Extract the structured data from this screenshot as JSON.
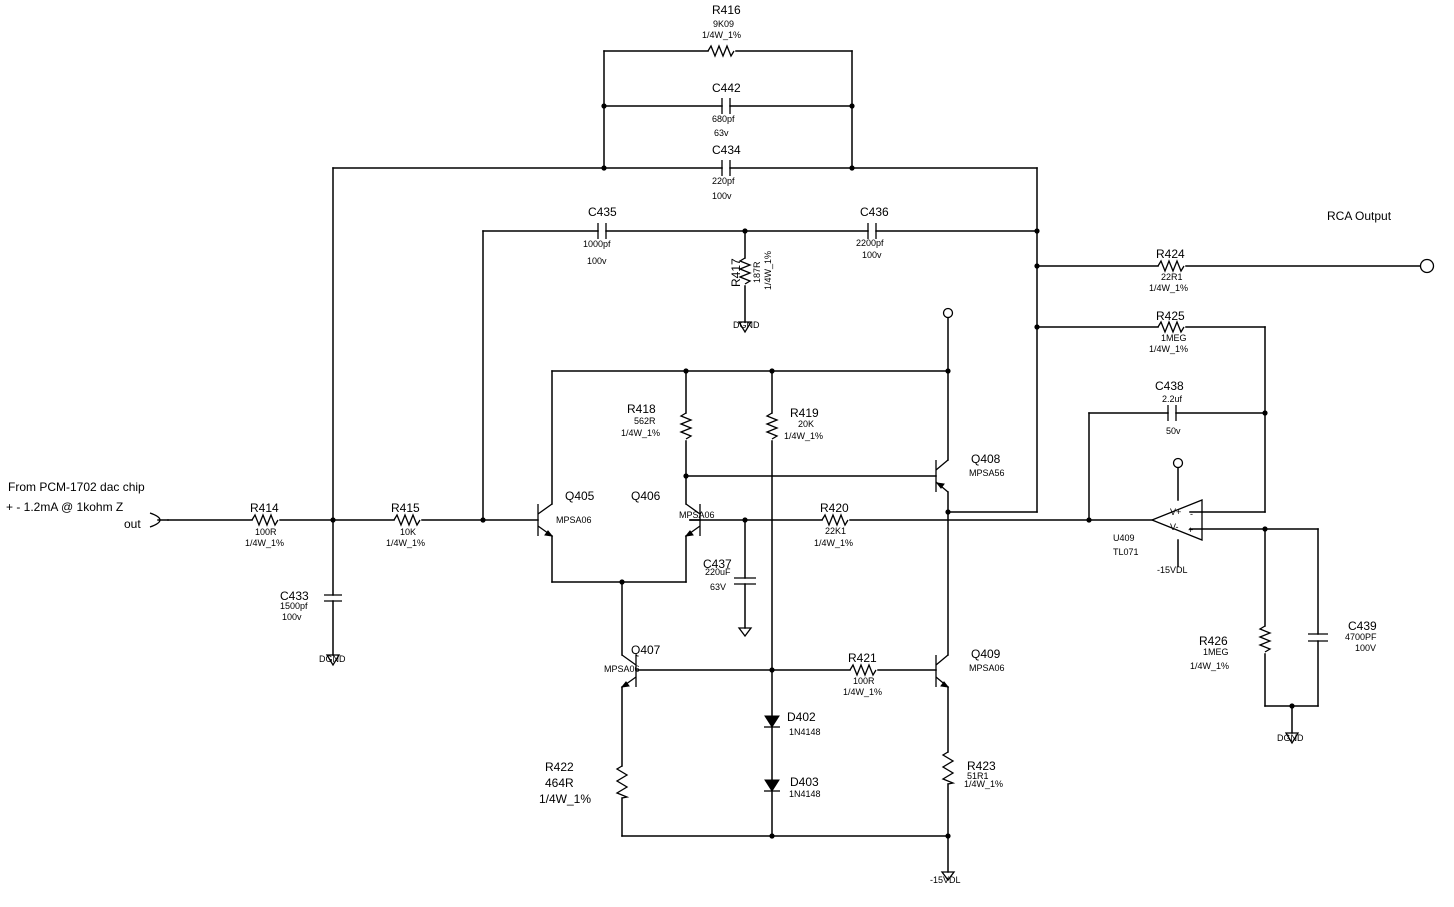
{
  "notes": {
    "input_line1": "From PCM-1702 dac chip",
    "input_line2": "+ - 1.2mA @ 1kohm Z",
    "input_line3": "out",
    "output": "RCA Output"
  },
  "components": {
    "R416": {
      "ref": "R416",
      "v1": "9K09",
      "v2": "1/4W_1%"
    },
    "C442": {
      "ref": "C442",
      "v1": "680pf",
      "v2": "63v"
    },
    "C434": {
      "ref": "C434",
      "v1": "220pf",
      "v2": "100v"
    },
    "C435": {
      "ref": "C435",
      "v1": "1000pf",
      "v2": "100v"
    },
    "C436": {
      "ref": "C436",
      "v1": "2200pf",
      "v2": "100v"
    },
    "R417": {
      "ref": "R417",
      "v1": "187R",
      "v2": "1/4W_1%"
    },
    "R424": {
      "ref": "R424",
      "v1": "22R1",
      "v2": "1/4W_1%"
    },
    "R425": {
      "ref": "R425",
      "v1": "1MEG",
      "v2": "1/4W_1%"
    },
    "C438": {
      "ref": "C438",
      "v1": "2.2uf",
      "v2": "50v"
    },
    "R418": {
      "ref": "R418",
      "v1": "562R",
      "v2": "1/4W_1%"
    },
    "R419": {
      "ref": "R419",
      "v1": "20K",
      "v2": "1/4W_1%"
    },
    "Q408": {
      "ref": "Q408",
      "v1": "MPSA56"
    },
    "Q405": {
      "ref": "Q405",
      "v1": "MPSA06"
    },
    "Q406": {
      "ref": "Q406",
      "v1": "MPSA06"
    },
    "R414": {
      "ref": "R414",
      "v1": "100R",
      "v2": "1/4W_1%"
    },
    "R415": {
      "ref": "R415",
      "v1": "10K",
      "v2": "1/4W_1%"
    },
    "R420": {
      "ref": "R420",
      "v1": "22K1",
      "v2": "1/4W_1%"
    },
    "U409": {
      "ref": "U409",
      "v1": "TL071"
    },
    "C433": {
      "ref": "C433",
      "v1": "1500pf",
      "v2": "100v"
    },
    "C437": {
      "ref": "C437",
      "v1": "220uF",
      "v2": "63V"
    },
    "C439": {
      "ref": "C439",
      "v1": "4700PF",
      "v2": "100V"
    },
    "R426": {
      "ref": "R426",
      "v1": "1MEG",
      "v2": "1/4W_1%"
    },
    "Q407": {
      "ref": "Q407",
      "v1": "MPSA06"
    },
    "R421": {
      "ref": "R421",
      "v1": "100R",
      "v2": "1/4W_1%"
    },
    "Q409": {
      "ref": "Q409",
      "v1": "MPSA06"
    },
    "D402": {
      "ref": "D402",
      "v1": "1N4148"
    },
    "D403": {
      "ref": "D403",
      "v1": "1N4148"
    },
    "R422": {
      "ref": "R422",
      "v1": "464R",
      "v2": "1/4W_1%"
    },
    "R423": {
      "ref": "R423",
      "v1": "51R1",
      "v2": "1/4W_1%"
    }
  },
  "nets": {
    "dgnd_a": "DGND",
    "dgnd_b": "DGND",
    "dgnd_c": "DGND",
    "neg15_opamp": "-15VDL",
    "neg15_bottom": "-15VDL"
  },
  "opamp_pins": {
    "neg": "-",
    "pos": "+",
    "vplus": "V+",
    "vminus": "V-"
  }
}
